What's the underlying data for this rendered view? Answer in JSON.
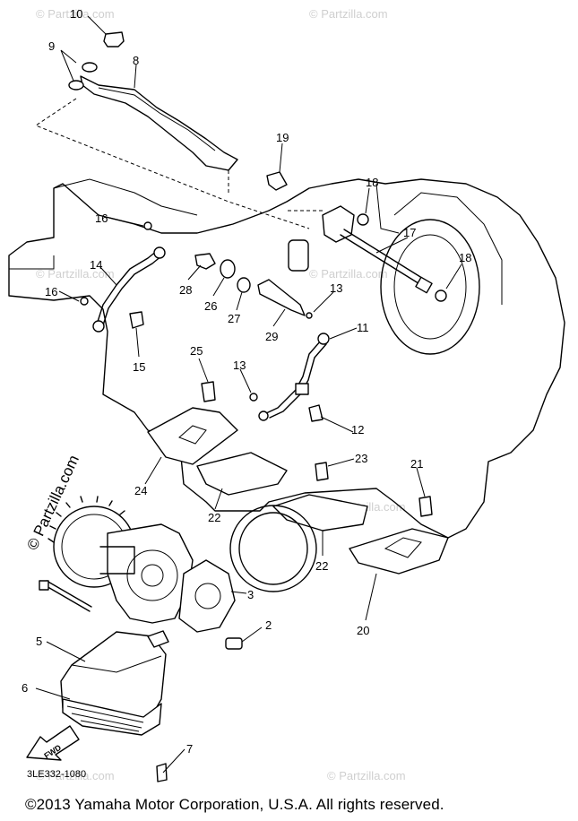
{
  "watermark": "© Partzilla.com",
  "callouts": [
    "10",
    "9",
    "8",
    "19",
    "18",
    "17",
    "18",
    "16",
    "14",
    "16",
    "28",
    "26",
    "27",
    "29",
    "13",
    "15",
    "25",
    "13",
    "11",
    "12",
    "24",
    "22",
    "23",
    "21",
    "22",
    "3",
    "2",
    "20",
    "5",
    "6",
    "7"
  ],
  "fwd_label": "FWD",
  "diagram_code": "3LE332-1080",
  "copyright": "©2013  Yamaha Motor Corporation, U.S.A. All rights reserved."
}
